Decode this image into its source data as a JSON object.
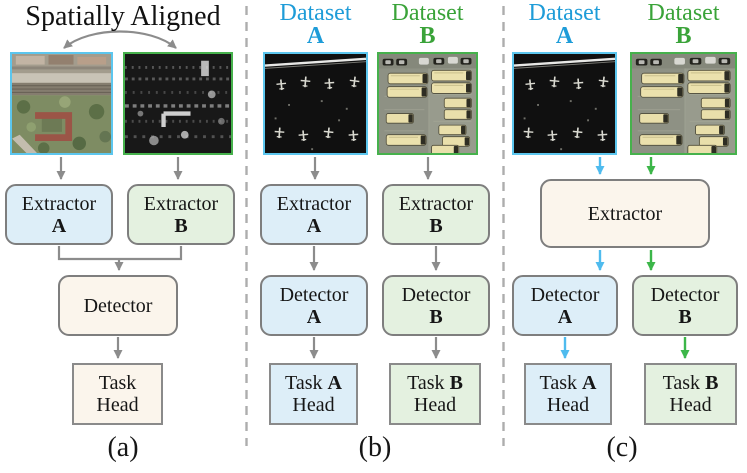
{
  "colors": {
    "dataset_a": "#1e9cd8",
    "dataset_b": "#3aa339",
    "arrow_gray": "#8c8c8c",
    "arrow_cyan": "#4fbbee",
    "arrow_green": "#3cb649",
    "img_border_cyan": "#5cc6ee",
    "img_border_green": "#46b14c",
    "fill_blue": "#ddeef8",
    "fill_green": "#e4f1e0",
    "fill_cream": "#fbf5ec",
    "box_border": "#7e7e7e",
    "divider_gray": "#adadad"
  },
  "panels": {
    "a": {
      "caption": "(a)",
      "title": "Spatially Aligned",
      "extractor_a": {
        "word": "Extractor",
        "letter": "A"
      },
      "extractor_b": {
        "word": "Extractor",
        "letter": "B"
      },
      "detector": {
        "word": "Detector"
      },
      "task_head": {
        "word": "Task",
        "line2": "Head"
      }
    },
    "b": {
      "caption": "(b)",
      "dataset_a": {
        "word": "Dataset",
        "letter": "A"
      },
      "dataset_b": {
        "word": "Dataset",
        "letter": "B"
      },
      "extractor_a": {
        "word": "Extractor",
        "letter": "A"
      },
      "extractor_b": {
        "word": "Extractor",
        "letter": "B"
      },
      "detector_a": {
        "word": "Detector",
        "letter": "A"
      },
      "detector_b": {
        "word": "Detector",
        "letter": "B"
      },
      "task_a_head": {
        "word": "Task",
        "letter": "A",
        "line2": "Head"
      },
      "task_b_head": {
        "word": "Task",
        "letter": "B",
        "line2": "Head"
      }
    },
    "c": {
      "caption": "(c)",
      "dataset_a": {
        "word": "Dataset",
        "letter": "A"
      },
      "dataset_b": {
        "word": "Dataset",
        "letter": "B"
      },
      "extractor": {
        "word": "Extractor"
      },
      "detector_a": {
        "word": "Detector",
        "letter": "A"
      },
      "detector_b": {
        "word": "Detector",
        "letter": "B"
      },
      "task_a_head": {
        "word": "Task",
        "letter": "A",
        "line2": "Head"
      },
      "task_b_head": {
        "word": "Task",
        "letter": "B",
        "line2": "Head"
      }
    }
  }
}
